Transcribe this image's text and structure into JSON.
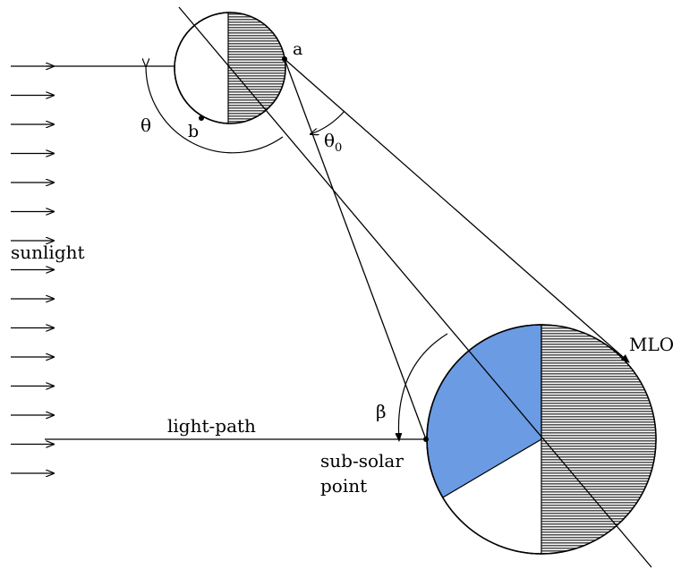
{
  "labels": {
    "sunlight": "sunlight",
    "light_path": "light-path",
    "sub_solar_1": "sub-solar",
    "sub_solar_2": "point",
    "mlo": "MLO",
    "a": "a",
    "b": "b",
    "theta": "θ",
    "theta0_base": "θ",
    "theta0_sub": "0",
    "beta": "β"
  },
  "colors": {
    "line": "#000000",
    "shadow": "#7a7a7a",
    "lit_region": "#6a9be3",
    "background": "#ffffff"
  },
  "sunlight_arrow_count": 15
}
